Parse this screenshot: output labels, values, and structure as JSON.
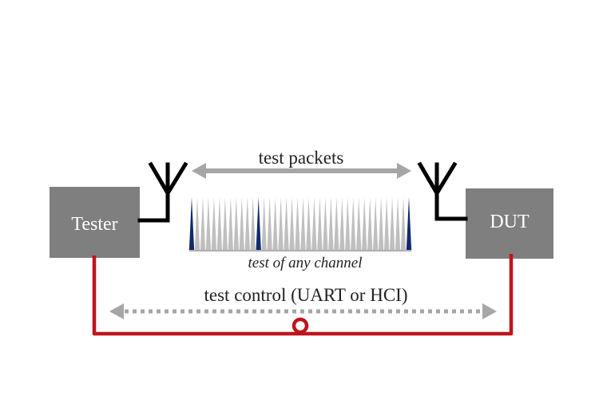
{
  "tester": {
    "label": "Tester"
  },
  "dut": {
    "label": "DUT"
  },
  "packets_label": "test packets",
  "channel_label": "test of any channel",
  "control_label": "test control (UART or HCI)",
  "spectrum": {
    "channel_count": 40,
    "highlighted_channels": [
      0,
      12,
      39
    ]
  },
  "colors": {
    "box": "#7f7f7f",
    "arrow": "#a6a6a6",
    "link": "#c0141c",
    "highlight": "#0f2b6b",
    "spike": "#bfbfbf"
  }
}
